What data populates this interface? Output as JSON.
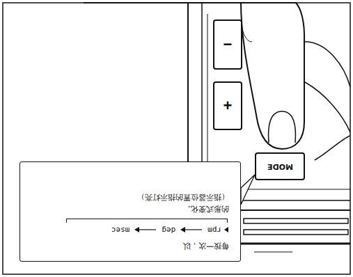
{
  "diagram": {
    "nodes": [
      {
        "text": [
          "−"
        ]
      },
      {
        "text": [
          "+"
        ]
      },
      {
        "text": [
          "MODE"
        ]
      },
      {
        "text": [
          "每按一次，以",
          "rpm",
          "deg",
          "msec",
          "的形式变化。",
          "（指示器位置的指示灯亮）"
        ]
      }
    ],
    "edges": [
      {
        "from": 3,
        "to": 2,
        "arrow": "none"
      }
    ]
  }
}
